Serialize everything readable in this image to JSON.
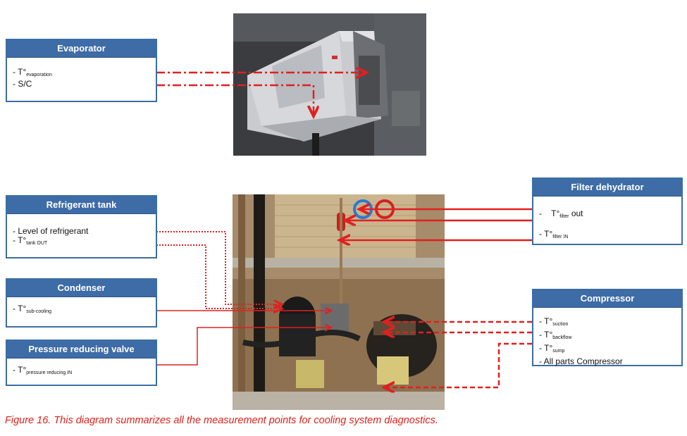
{
  "boxes": {
    "evaporator": {
      "title": "Evaporator",
      "items": [
        {
          "text": "- T°",
          "sub": "evaporation"
        },
        {
          "text": "- S/C",
          "sub": ""
        }
      ]
    },
    "refrigerant_tank": {
      "title": "Refrigerant tank",
      "items": [
        {
          "text": "- Level of refrigerant",
          "sub": ""
        },
        {
          "text": "- T°",
          "sub": "tank OUT"
        }
      ]
    },
    "condenser": {
      "title": "Condenser",
      "items": [
        {
          "text": "- T°",
          "sub": "sub-cooling"
        }
      ]
    },
    "pressure_valve": {
      "title": "Pressure reducing valve",
      "items": [
        {
          "text": "- T°",
          "sub": "pressure reducing IN"
        }
      ]
    },
    "filter_dehydrator": {
      "title": "Filter dehydrator",
      "items": [
        {
          "text": "-    T°",
          "sub": "filter",
          "after": " out"
        },
        {
          "text": "- T°",
          "sub": "filter IN"
        }
      ]
    },
    "compressor": {
      "title": "Compressor",
      "items": [
        {
          "text": "- T°",
          "sub": "suction"
        },
        {
          "text": "- T°",
          "sub": "backflow"
        },
        {
          "text": "- T°",
          "sub": "sump"
        },
        {
          "text": "- All parts Compressor",
          "sub": ""
        }
      ]
    }
  },
  "caption": "Figure 16. This diagram summarizes all the measurement points for cooling system diagnostics.",
  "colors": {
    "arrow": "#e02020",
    "box_header": "#3d6ca6",
    "caption": "#e0201a"
  }
}
